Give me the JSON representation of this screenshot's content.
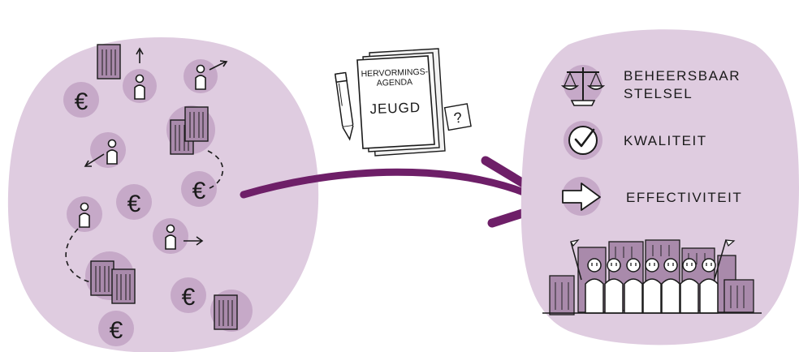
{
  "colors": {
    "blob": "#dfcce0",
    "accent": "#c6a9c8",
    "accent_dark": "#a98aab",
    "arrow": "#6e1f68",
    "ink": "#1a1a1a"
  },
  "document": {
    "title_line1": "HERVORMINGS-",
    "title_line2": "AGENDA",
    "subject": "JEUGD",
    "sticky_note": "?"
  },
  "outcomes": [
    {
      "line1": "BEHEERSBAAR",
      "line2": "STELSEL",
      "icon": "scales-icon"
    },
    {
      "line1": "KWALITEIT",
      "line2": "",
      "icon": "checkmark-icon"
    },
    {
      "line1": "EFFECTIVITEIT",
      "line2": "",
      "icon": "arrow-right-icon"
    }
  ],
  "icons": {
    "euro_symbol": "€",
    "left_scene": [
      "building-icon",
      "person-icon",
      "euro-icon",
      "dashed-path"
    ],
    "right_scene": [
      "skyline-icon",
      "group-of-people-icon",
      "flag-icon"
    ]
  }
}
